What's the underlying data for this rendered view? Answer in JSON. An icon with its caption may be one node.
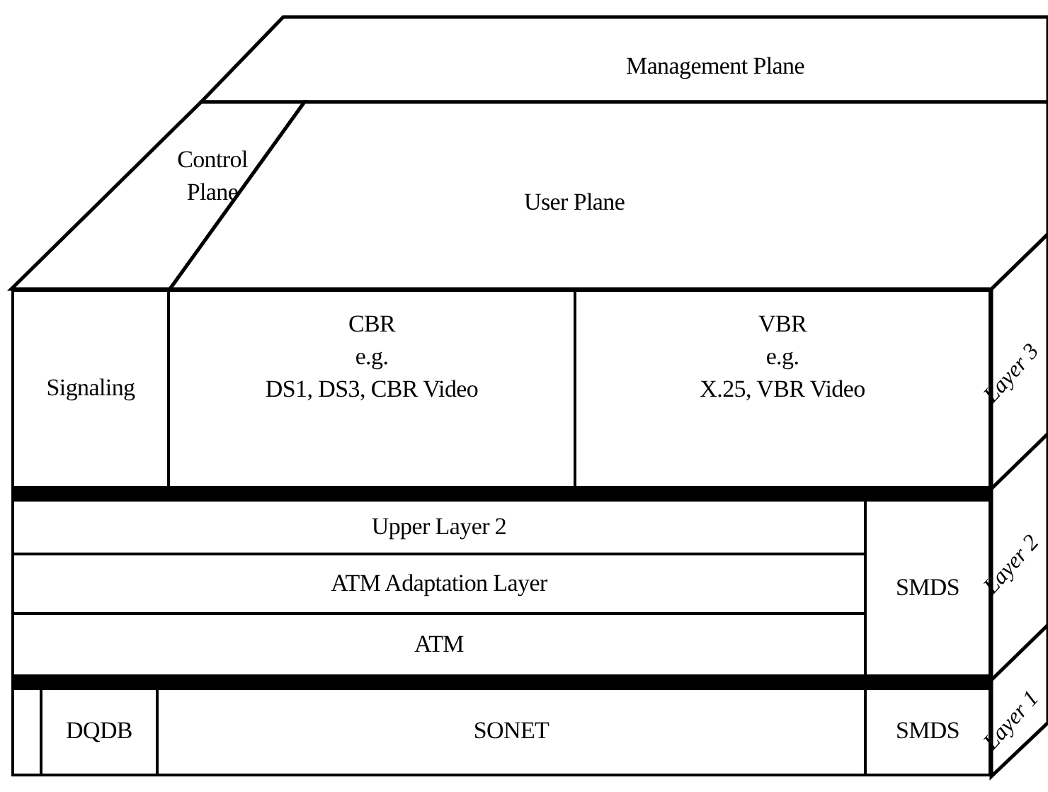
{
  "diagram": {
    "nodes": [
      {
        "text": [
          "Management Plane"
        ]
      },
      {
        "text": [
          "Control Plane"
        ]
      },
      {
        "text": [
          "User Plane"
        ]
      },
      {
        "text": [
          "Signaling"
        ]
      },
      {
        "text": [
          "CBR",
          "e.g.",
          "DS1, DS3, CBR Video"
        ]
      },
      {
        "text": [
          "VBR",
          "e.g.",
          "X.25, VBR Video"
        ]
      },
      {
        "text": [
          "Upper Layer 2"
        ]
      },
      {
        "text": [
          "ATM Adaptation Layer"
        ]
      },
      {
        "text": [
          "SMDS"
        ]
      },
      {
        "text": [
          "ATM"
        ]
      },
      {
        "text": [],
        "shape": "box"
      },
      {
        "text": [
          "DQDB"
        ]
      },
      {
        "text": [
          "SONET"
        ]
      },
      {
        "text": [
          "SMDS"
        ]
      }
    ],
    "edges": [],
    "labels": [
      "Layer 3",
      "Layer 2",
      "Layer 1"
    ]
  }
}
